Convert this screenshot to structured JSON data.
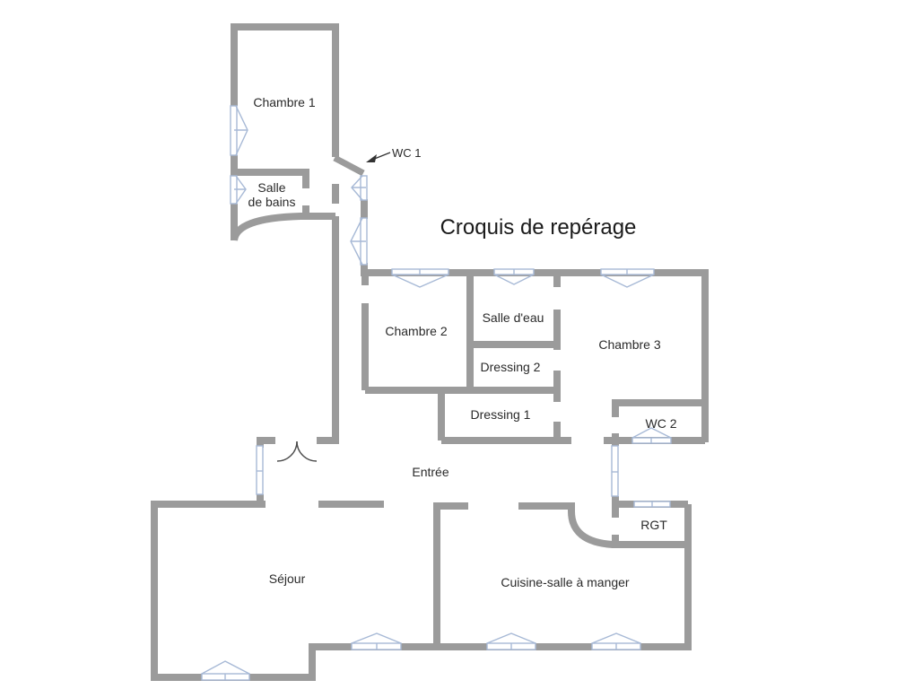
{
  "title": "Croquis de repérage",
  "rooms": {
    "chambre_1": "Chambre 1",
    "salle_de_bains_l1": "Salle",
    "salle_de_bains_l2": "de bains",
    "chambre_2": "Chambre 2",
    "salle_d_eau": "Salle d'eau",
    "dressing_2": "Dressing 2",
    "chambre_3": "Chambre 3",
    "dressing_1": "Dressing 1",
    "wc_2": "WC 2",
    "entree": "Entrée",
    "rgt": "RGT",
    "sejour": "Séjour",
    "cuisine": "Cuisine-salle à manger"
  },
  "annotations": {
    "wc_1": "WC 1"
  },
  "colors": {
    "wall": "#9b9b9b",
    "window": "#a7b9d6",
    "door_arc": "#4a4a4a",
    "text": "#2a2a2a",
    "title": "#1a1a1a",
    "background": "#ffffff"
  }
}
